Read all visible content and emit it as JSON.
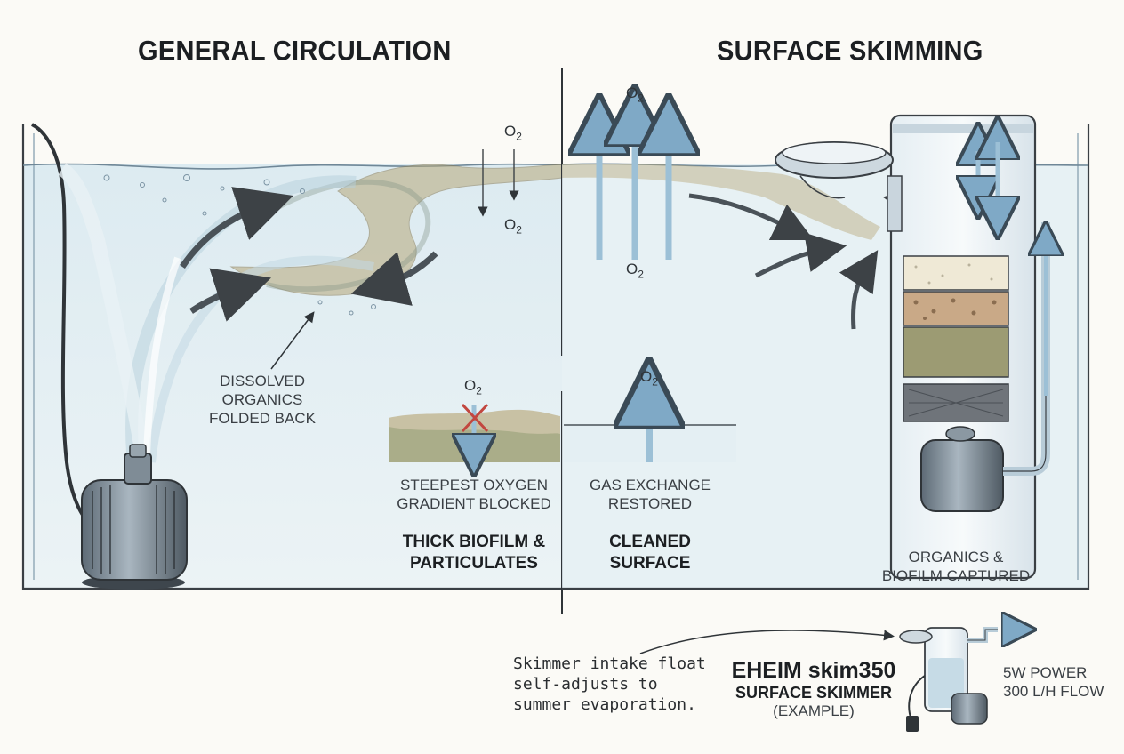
{
  "panels": {
    "left_title": "GENERAL CIRCULATION",
    "right_title": "SURFACE SKIMMING"
  },
  "labels": {
    "dissolved": [
      "DISSOLVED",
      "ORGANICS",
      "FOLDED BACK"
    ],
    "gradient": [
      "STEEPEST OXYGEN",
      "GRADIENT BLOCKED"
    ],
    "gas_exchange": [
      "GAS EXCHANGE",
      "RESTORED"
    ],
    "thick_biofilm": [
      "THICK BIOFILM &",
      "PARTICULATES"
    ],
    "cleaned_surface": [
      "CLEANED",
      "SURFACE"
    ],
    "captured": [
      "ORGANICS &",
      "BIOFILM CAPTURED"
    ]
  },
  "o2": {
    "base": "O",
    "sub": "2"
  },
  "note": {
    "lines": [
      "Skimmer intake float",
      "self-adjusts to",
      "summer evaporation."
    ]
  },
  "product": {
    "name": "EHEIM skim350",
    "type": "SURFACE SKIMMER",
    "example": "(EXAMPLE)",
    "specs": [
      "5W POWER",
      "300 L/H FLOW"
    ]
  },
  "colors": {
    "water": "#dcebf2",
    "arrow": "#8fb6cf",
    "biofilm": "#a89a6a",
    "outline": "#3a3f44"
  }
}
